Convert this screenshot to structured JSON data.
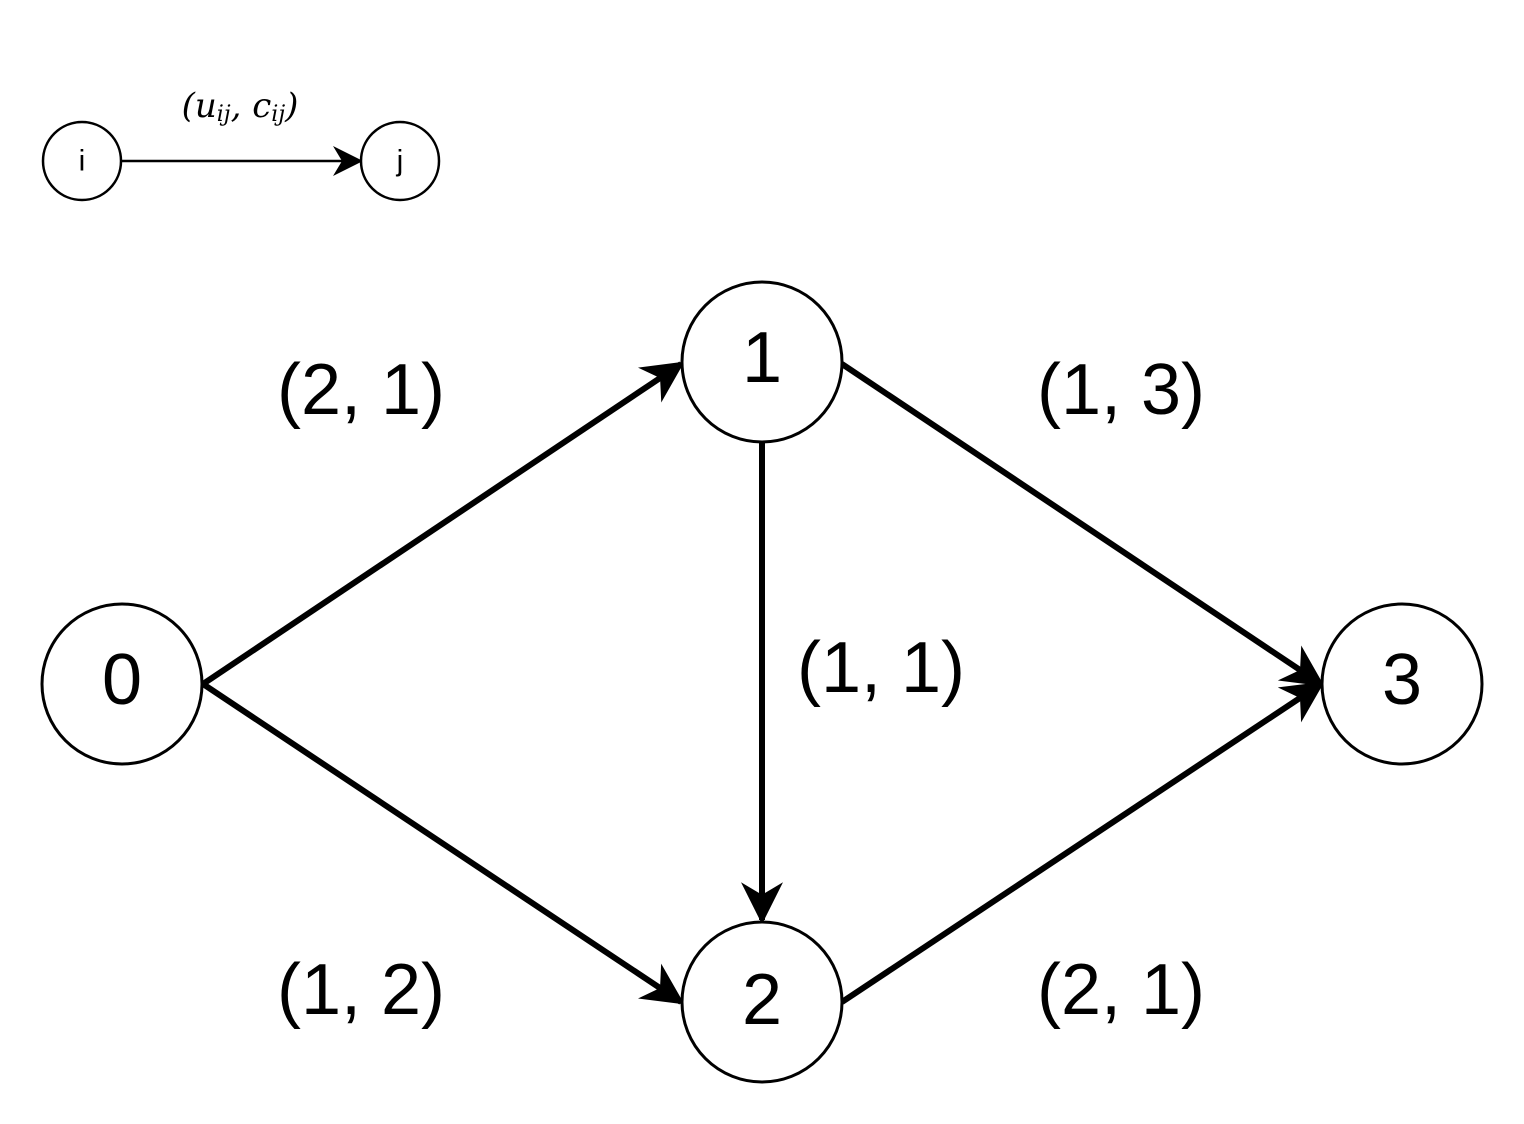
{
  "legend": {
    "from_node": "i",
    "to_node": "j",
    "edge_label_parts": [
      "(",
      "u",
      "ij",
      ", ",
      "c",
      "ij",
      ")"
    ]
  },
  "nodes": [
    {
      "id": "n0",
      "label": "0"
    },
    {
      "id": "n1",
      "label": "1"
    },
    {
      "id": "n2",
      "label": "2"
    },
    {
      "id": "n3",
      "label": "3"
    }
  ],
  "edges": [
    {
      "id": "e01",
      "from": "0",
      "to": "1",
      "label": "(2, 1)"
    },
    {
      "id": "e02",
      "from": "0",
      "to": "2",
      "label": "(1, 2)"
    },
    {
      "id": "e12",
      "from": "1",
      "to": "2",
      "label": "(1, 1)"
    },
    {
      "id": "e13",
      "from": "1",
      "to": "3",
      "label": "(1, 3)"
    },
    {
      "id": "e23",
      "from": "2",
      "to": "3",
      "label": "(2, 1)"
    }
  ]
}
